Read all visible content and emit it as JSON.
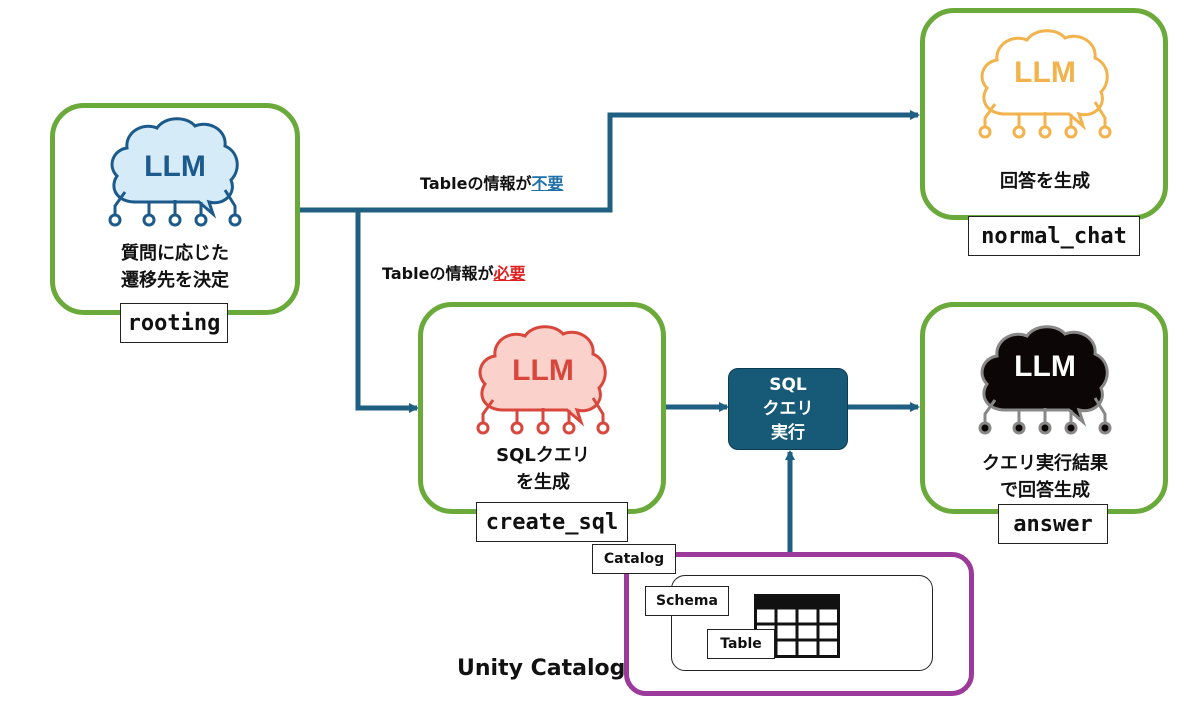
{
  "nodes": {
    "rooting": {
      "badge": "LLM",
      "description": "質問に応じた\n遷移先を決定",
      "name": "rooting",
      "color": "#1c5a8c",
      "fill": "#d6ebf8"
    },
    "normal_chat": {
      "badge": "LLM",
      "description": "回答を生成",
      "name": "normal_chat",
      "color": "#f2b24c",
      "fill": "#ffffff"
    },
    "create_sql": {
      "badge": "LLM",
      "description": "SQLクエリ\nを生成",
      "name": "create_sql",
      "color": "#d9463c",
      "fill": "#fbd2cb"
    },
    "answer": {
      "badge": "LLM",
      "description": "クエリ実行結果\nで回答生成",
      "name": "answer",
      "color": "#888888",
      "fill": "#0d0606"
    }
  },
  "edges": {
    "unneeded": {
      "prefix": "Tableの情報が",
      "emphasis": "不要",
      "emphasis_color": "#1f6fa8"
    },
    "needed": {
      "prefix": "Tableの情報が",
      "emphasis": "必要",
      "emphasis_color": "#e02020"
    }
  },
  "sql_exec": {
    "label": "SQL\nクエリ\n実行"
  },
  "unity_catalog": {
    "title": "Unity Catalog",
    "catalog_label": "Catalog",
    "schema_label": "Schema",
    "table_label": "Table"
  },
  "colors": {
    "node_border": "#6aaa3a",
    "arrow": "#1f5f82",
    "catalog_border": "#9b3a9b"
  }
}
